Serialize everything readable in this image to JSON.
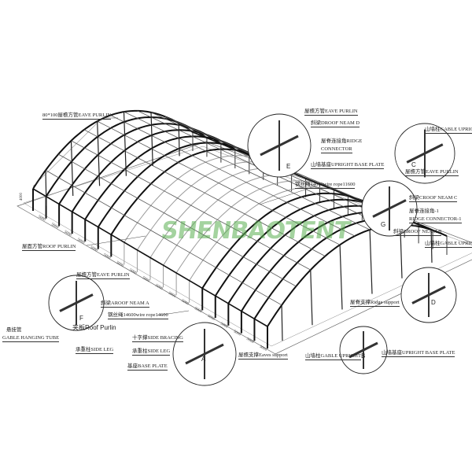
{
  "watermark": "SHENBAOTENT",
  "labels": {
    "eave_purlin_main": "80*100屋檐方管EAVE PURLIN",
    "roof_purlin": "屋面方管ROOF PURLIN",
    "e_eave_purlin": "屋檐方管EAVE PURLIN",
    "e_roof_beam_d": "斜梁DROOF NEAM D",
    "e_ridge_connector_1": "屋脊连接角RIDGE",
    "e_ridge_connector_2": "CONNECTOR",
    "e_upright_base_plate": "山墙基座UPRIGHT BASE PLATE",
    "c_gable_upright": "山墙柱GABLE UPRIGHT",
    "c_eave_purlin": "屋檐方管EAVE PURLIN",
    "wire_rope_top": "钢丝绳14600wire rope11600",
    "g_roof_beam_c": "斜梁CROOF NEAM C",
    "g_ridge_connector_1": "屋脊连接角-1",
    "g_ridge_connector_2": "RIDGE CONNECTOR-1",
    "g_roof_beam_b": "斜梁BROOF NEAM B",
    "d_gable_upright": "山墙柱GABLE UPRIGHT",
    "ridge_support": "屋脊支撑Ridge support",
    "f_eave_purlin": "屋檐方管EAVE PURLIN",
    "f_roof_beam_a": "斜梁AROOF NEAM A",
    "wire_rope_bottom": "钢丝绳14600wire rope14600",
    "gable_hanging_tube_1": "悬挂管",
    "gable_hanging_tube_2": "GABLE HANGING TUBE",
    "clamp_roof_purlin": "夹板Roof Purlin",
    "f_side_leg": "承重柱SIDE LEG",
    "a_side_bracing": "十字撑SIDE BRACING",
    "a_side_leg": "承重柱SIDE LEG",
    "a_base_plate": "基座BASE PLATE",
    "eaves_support": "屋檐支撑Eaves support",
    "b_gable_upright": "山墙柱GABLE UPRIGHT",
    "b_upright_base_plate": "山墙基座UPRIGHT BASE PLATE"
  },
  "detail_letters": {
    "e": "E",
    "c": "C",
    "g": "G",
    "d": "D",
    "f": "F",
    "a": "A",
    "b": "B"
  },
  "dimensions": {
    "bay": "5000",
    "height": "4000"
  }
}
